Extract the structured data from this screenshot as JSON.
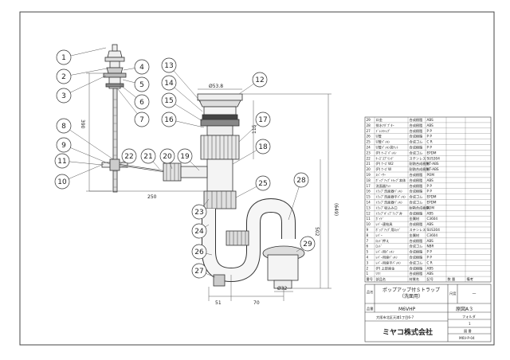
{
  "dimensions": {
    "top_diameter": "Ø53.8",
    "height_390": "390",
    "width_250": "250",
    "height_115": "115",
    "height_649": "(649)",
    "height_502": "502",
    "bottom_diameter": "Ø32",
    "width_51": "51",
    "width_70": "70"
  },
  "balloons": [
    "1",
    "2",
    "3",
    "4",
    "5",
    "6",
    "7",
    "8",
    "9",
    "10",
    "11",
    "12",
    "13",
    "14",
    "15",
    "16",
    "17",
    "18",
    "19",
    "20",
    "21",
    "22",
    "23",
    "24",
    "25",
    "26",
    "27",
    "28",
    "29"
  ],
  "parts": [
    {
      "no": "29",
      "name": "ロ金",
      "material": "合成樹脂",
      "spec": "ABS"
    },
    {
      "no": "28",
      "name": "排水ｱﾀﾞﾌﾟﾀｰ",
      "material": "合成樹脂",
      "spec": "ABS"
    },
    {
      "no": "27",
      "name": "ﾄﾞﾚﾝｷｬｯﾌﾟ",
      "material": "合成樹脂",
      "spec": "P P"
    },
    {
      "no": "26",
      "name": "U管",
      "material": "合成樹脂",
      "spec": "P P"
    },
    {
      "no": "25",
      "name": "U管ﾊﾟｯｷﾝ",
      "material": "合成ゴム",
      "spec": "C R"
    },
    {
      "no": "24",
      "name": "U管ﾊﾟｯｷﾝ袋ﾅｯﾄ",
      "material": "合成樹脂",
      "spec": "P P"
    },
    {
      "no": "23",
      "name": "(P) ﾅｰｽﾞﾊﾟｯｷﾝ",
      "material": "合成ゴム",
      "spec": "EPDM"
    },
    {
      "no": "22",
      "name": "ﾅｰｽﾞｽﾌﾟﾘﾝｸﾞ",
      "material": "ステンレス",
      "spec": "SUS304"
    },
    {
      "no": "21",
      "name": "(P) ﾅｰｽﾞW2",
      "material": "耐熱合成樹脂",
      "spec": "HT-ABS"
    },
    {
      "no": "20",
      "name": "(P) ﾅｰｽﾞW",
      "material": "耐熱合成樹脂",
      "spec": "HT-ABS"
    },
    {
      "no": "19",
      "name": "ｽﾍﾟｰｻｰ",
      "material": "合成樹脂",
      "spec": "POM"
    },
    {
      "no": "18",
      "name": "ﾎﾞｯﾌﾟｱｯﾌﾟﾄﾗｯﾌﾟ本体",
      "material": "合成樹脂",
      "spec": "ABS"
    },
    {
      "no": "17",
      "name": "洗面器ﾅｯﾄ",
      "material": "合成樹脂",
      "spec": "P P"
    },
    {
      "no": "16",
      "name": "ﾄﾗｯﾌﾟ洗面器ﾊﾟｯｷﾝ",
      "material": "合成樹脂",
      "spec": "P P"
    },
    {
      "no": "15",
      "name": "ﾄﾗｯﾌﾟ洗面器平ﾊﾟｯｷﾝ",
      "material": "合成ゴム",
      "spec": "EPDM"
    },
    {
      "no": "14",
      "name": "ﾄﾗｯﾌﾟ洗面器ﾊﾟｯｷﾝ",
      "material": "合成ゴム",
      "spec": "EPDM"
    },
    {
      "no": "13",
      "name": "ﾄﾗｯﾌﾟ吸込み口",
      "material": "耐熱合成樹脂",
      "spec": "POM"
    },
    {
      "no": "12",
      "name": "ﾄﾗｯﾌﾟﾎﾞｯﾌﾟｱｯﾌﾟ弁",
      "material": "合成樹脂",
      "spec": "ABS"
    },
    {
      "no": "11",
      "name": "ｶﾞｲﾄﾞ",
      "material": "金属材",
      "spec": "C3604"
    },
    {
      "no": "10",
      "name": "ﾚﾊﾞｰ連結具",
      "material": "合成樹脂",
      "spec": "ABS"
    },
    {
      "no": "9",
      "name": "ﾎﾞｯﾌﾟｱｯﾌﾟ用ﾛｯﾄﾞ",
      "material": "ステンレス",
      "spec": "SUS304"
    },
    {
      "no": "8",
      "name": "ﾚﾊﾞｰ",
      "material": "金属材",
      "spec": "C3604"
    },
    {
      "no": "7",
      "name": "ﾛｯﾄﾞ押え",
      "material": "合成樹脂",
      "spec": "ABS"
    },
    {
      "no": "6",
      "name": "ﾛｯﾄﾞ",
      "material": "合成ゴム",
      "spec": "NBR"
    },
    {
      "no": "5",
      "name": "ﾚﾊﾞｰ用ﾊﾟｯｷﾝ",
      "material": "合成樹脂",
      "spec": "P P"
    },
    {
      "no": "4",
      "name": "ﾚﾊﾞｰ用座ﾊﾟｯｷﾝ",
      "material": "合成樹脂",
      "spec": "P P"
    },
    {
      "no": "3",
      "name": "ﾚﾊﾞｰ用座平ﾊﾟｯｷﾝ",
      "material": "合成ゴム",
      "spec": "C R"
    },
    {
      "no": "2",
      "name": "(P) 上部座金",
      "material": "合成樹脂",
      "spec": "ABS"
    },
    {
      "no": "1",
      "name": "ﾂﾏﾐ",
      "material": "合成樹脂",
      "spec": "ABS"
    }
  ],
  "table_header": {
    "no": "番号",
    "name": "部品名",
    "material": "材質名",
    "spec": "記号",
    "count": "数 量",
    "remarks": "備考"
  },
  "title_block": {
    "name_label": "品名",
    "product_name": "ポップアップ付Ｓトラップ\n（洗面用）",
    "scale_label": "尺度",
    "scale_value": "－",
    "model_label": "品番",
    "model": "M6VHP",
    "address": "大阪市北区天満1丁目6-7",
    "company": "ミヤコ株式会社",
    "drawing_size": "原図A３",
    "sheet_label": "フォルダ",
    "sheet_value": "1",
    "dwg_label": "図 番",
    "dwg_no": "M6V-P-04"
  }
}
